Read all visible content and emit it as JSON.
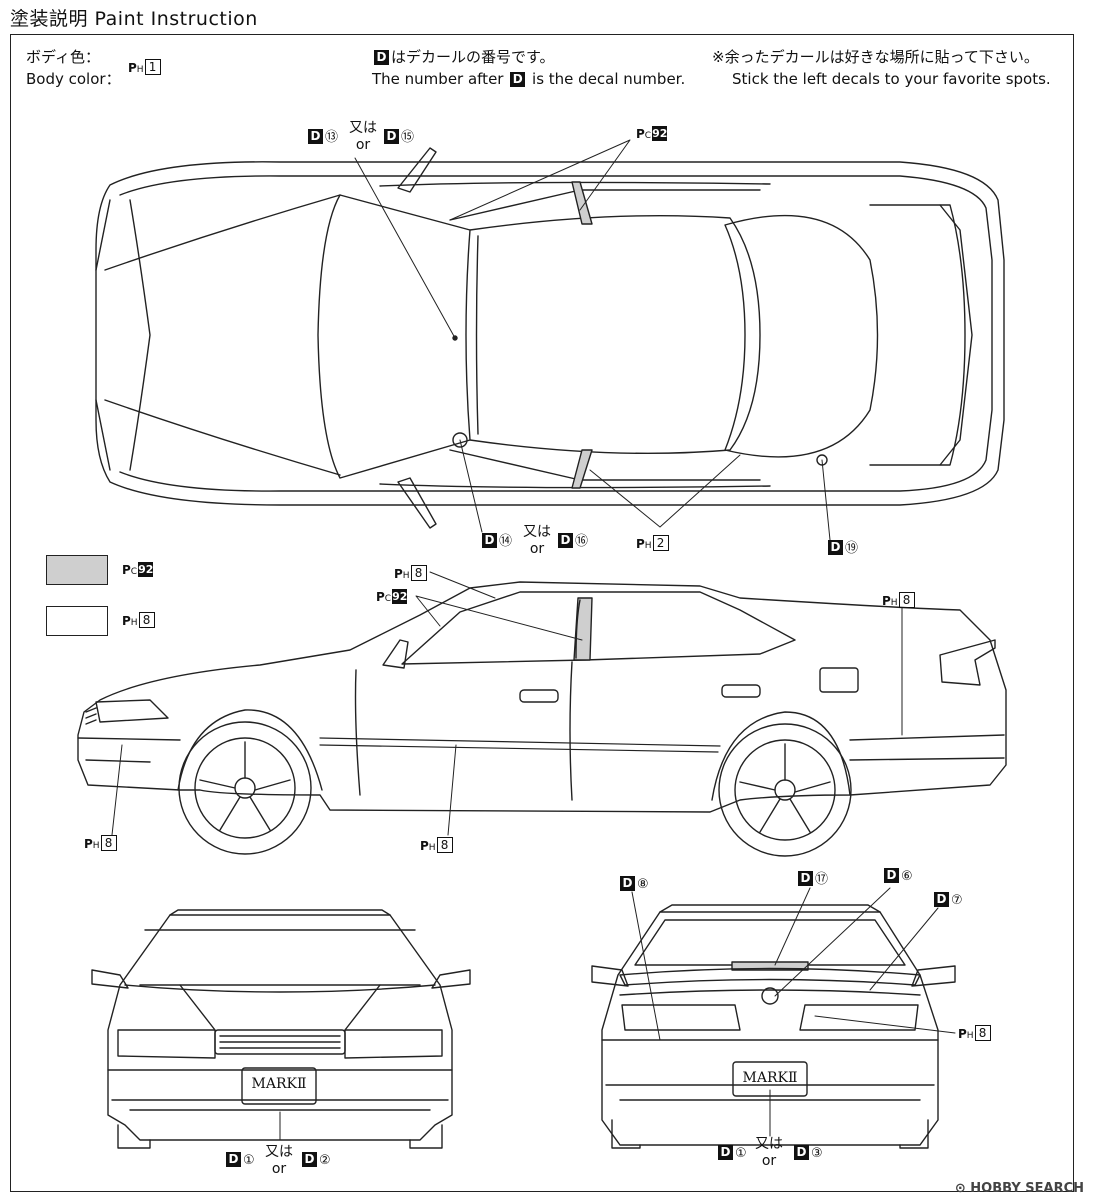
{
  "title": "塗装説明 Paint Instruction",
  "header": {
    "body_color_jp": "ボディ色：",
    "body_color_en": "Body color：",
    "body_color_code_prefix": "P",
    "body_color_code_sub": "H",
    "body_color_code_num": "1",
    "decal_note_jp": "はデカールの番号です。",
    "decal_note_en_pre": "The number after",
    "decal_note_en_post": "is the decal number.",
    "decal_marker": "D",
    "leftover_jp": "※余ったデカールは好きな場所に貼って下さい。",
    "leftover_en": "Stick the left decals to your favorite spots."
  },
  "legend": [
    {
      "prefix": "P",
      "sub": "C",
      "num": "92",
      "color": "#cfcfcf"
    },
    {
      "prefix": "P",
      "sub": "H",
      "num": "8",
      "color": "#ffffff"
    }
  ],
  "callouts": {
    "top_d13": {
      "marker": "D",
      "num": "⑬"
    },
    "top_or_jp": "又は",
    "top_or_en": "or",
    "top_d15": {
      "marker": "D",
      "num": "⑮"
    },
    "top_pc92": {
      "prefix": "P",
      "sub": "C",
      "num": "92"
    },
    "mid_d14": {
      "marker": "D",
      "num": "⑭"
    },
    "mid_or_jp": "又は",
    "mid_or_en": "or",
    "mid_d16": {
      "marker": "D",
      "num": "⑯"
    },
    "mid_ph2": {
      "prefix": "P",
      "sub": "H",
      "num": "2"
    },
    "mid_d19": {
      "marker": "D",
      "num": "⑲"
    },
    "side_ph8_top": {
      "prefix": "P",
      "sub": "H",
      "num": "8"
    },
    "side_pc92": {
      "prefix": "P",
      "sub": "C",
      "num": "92"
    },
    "side_ph8_rear": {
      "prefix": "P",
      "sub": "H",
      "num": "8"
    },
    "side_ph8_front": {
      "prefix": "P",
      "sub": "H",
      "num": "8"
    },
    "side_ph8_sill": {
      "prefix": "P",
      "sub": "H",
      "num": "8"
    },
    "rear_d8": {
      "marker": "D",
      "num": "⑧"
    },
    "rear_d17": {
      "marker": "D",
      "num": "⑰"
    },
    "rear_d6": {
      "marker": "D",
      "num": "⑥"
    },
    "rear_d7": {
      "marker": "D",
      "num": "⑦"
    },
    "rear_ph8": {
      "prefix": "P",
      "sub": "H",
      "num": "8"
    },
    "front_d1": {
      "marker": "D",
      "num": "①"
    },
    "front_or_jp": "又は",
    "front_or_en": "or",
    "front_d2": {
      "marker": "D",
      "num": "②"
    },
    "rear_d1": {
      "marker": "D",
      "num": "①"
    },
    "rear_or_jp": "又は",
    "rear_or_en": "or",
    "rear_d3": {
      "marker": "D",
      "num": "③"
    }
  },
  "plates": {
    "front": "MARKⅡ",
    "rear": "MARKⅡ"
  },
  "watermark": "HOBBY SEARCH",
  "colors": {
    "line": "#222222",
    "pc92": "#cfcfcf"
  }
}
